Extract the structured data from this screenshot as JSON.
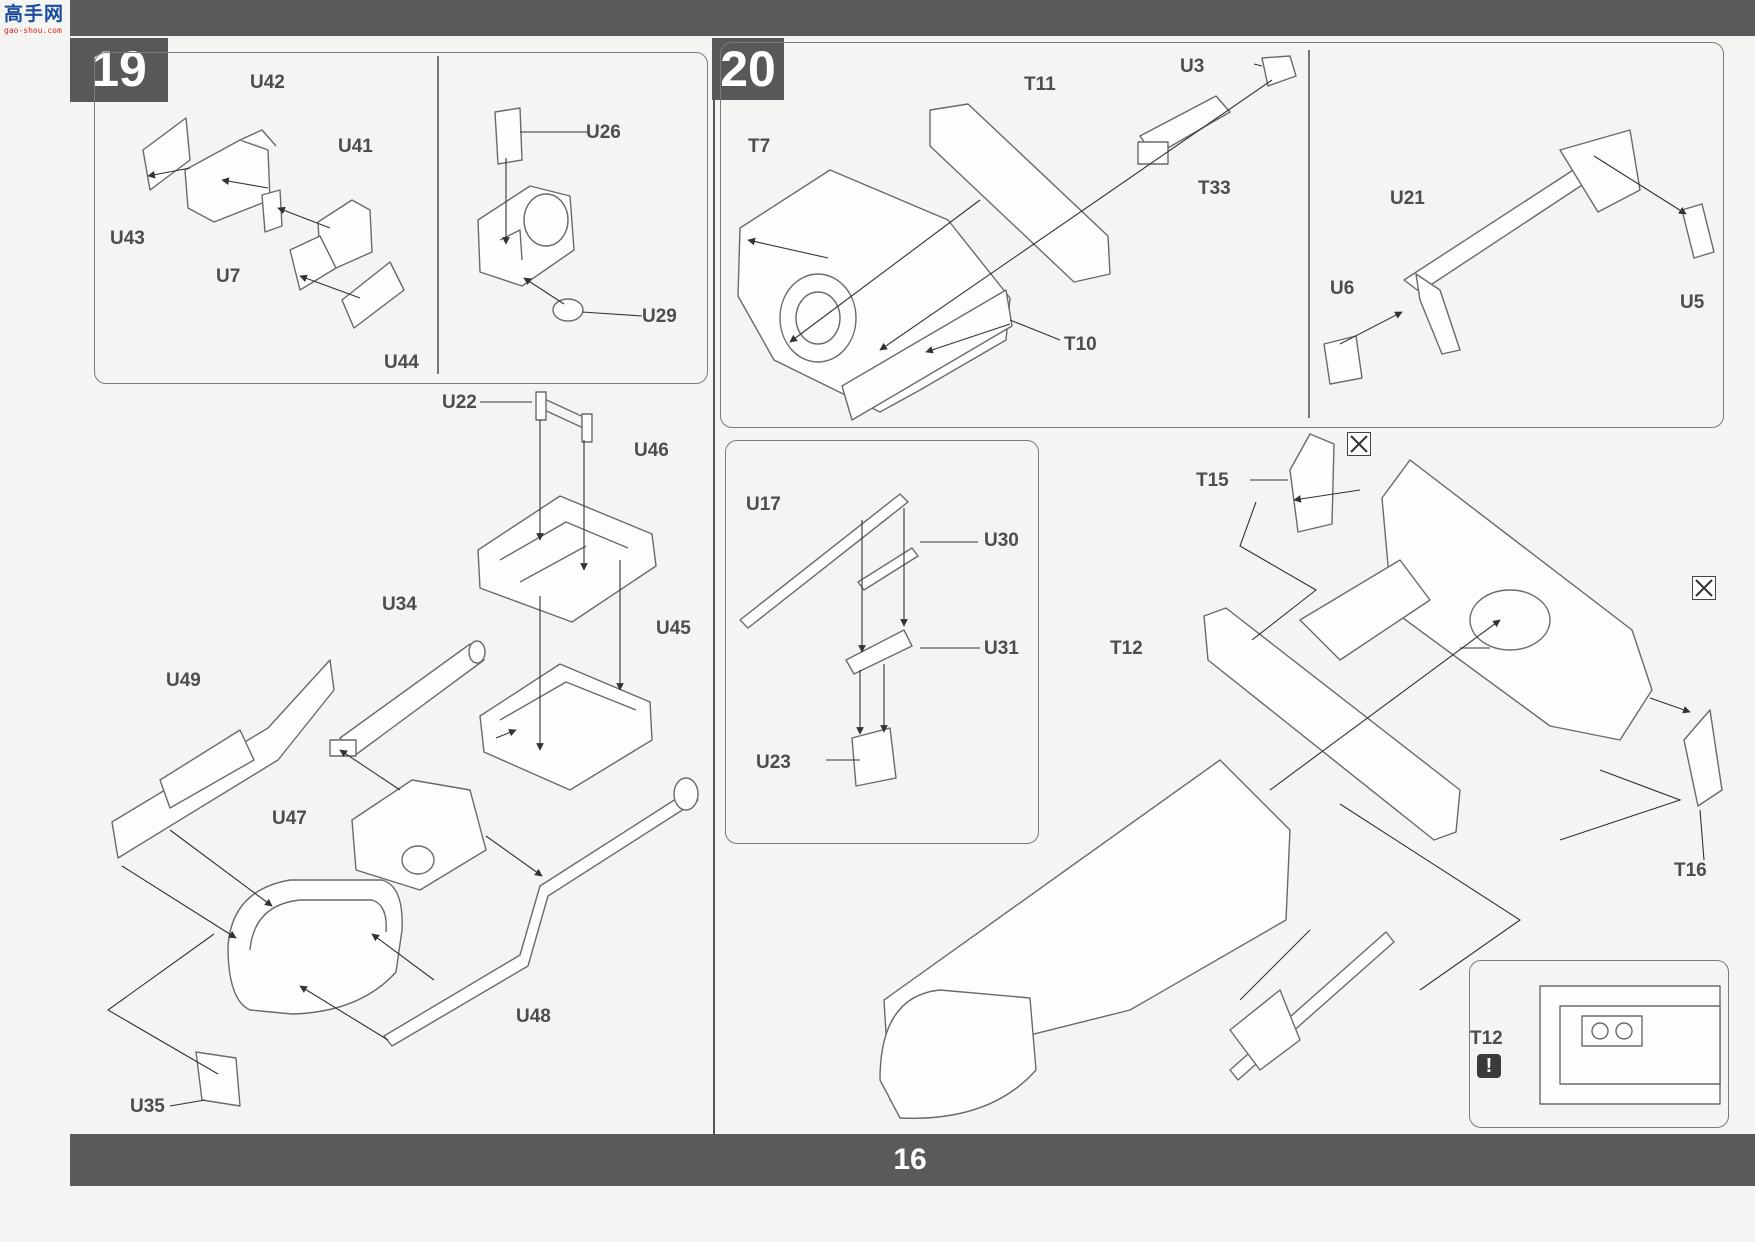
{
  "page": {
    "number": "16"
  },
  "logo": {
    "glyphs": "高手网",
    "url": "gao-shou.com"
  },
  "steps": [
    {
      "number": "19"
    },
    {
      "number": "20"
    }
  ],
  "parts": {
    "step19": [
      "U42",
      "U41",
      "U43",
      "U7",
      "U44",
      "U26",
      "U29",
      "U22",
      "U46",
      "U34",
      "U45",
      "U49",
      "U47",
      "U48",
      "U35"
    ],
    "step20": [
      "U3",
      "T11",
      "T7",
      "T33",
      "T10",
      "U21",
      "U6",
      "U5",
      "U17",
      "U30",
      "U31",
      "U23",
      "T15",
      "T12",
      "T16"
    ],
    "detail": "T12"
  },
  "icons": {
    "caution": "!",
    "no_glue": "no-glue-icon"
  },
  "colors": {
    "band": "#5a5a5c",
    "paper": "#f4f4f2",
    "line": "#7a7a7a",
    "label": "#4d4d4d"
  }
}
